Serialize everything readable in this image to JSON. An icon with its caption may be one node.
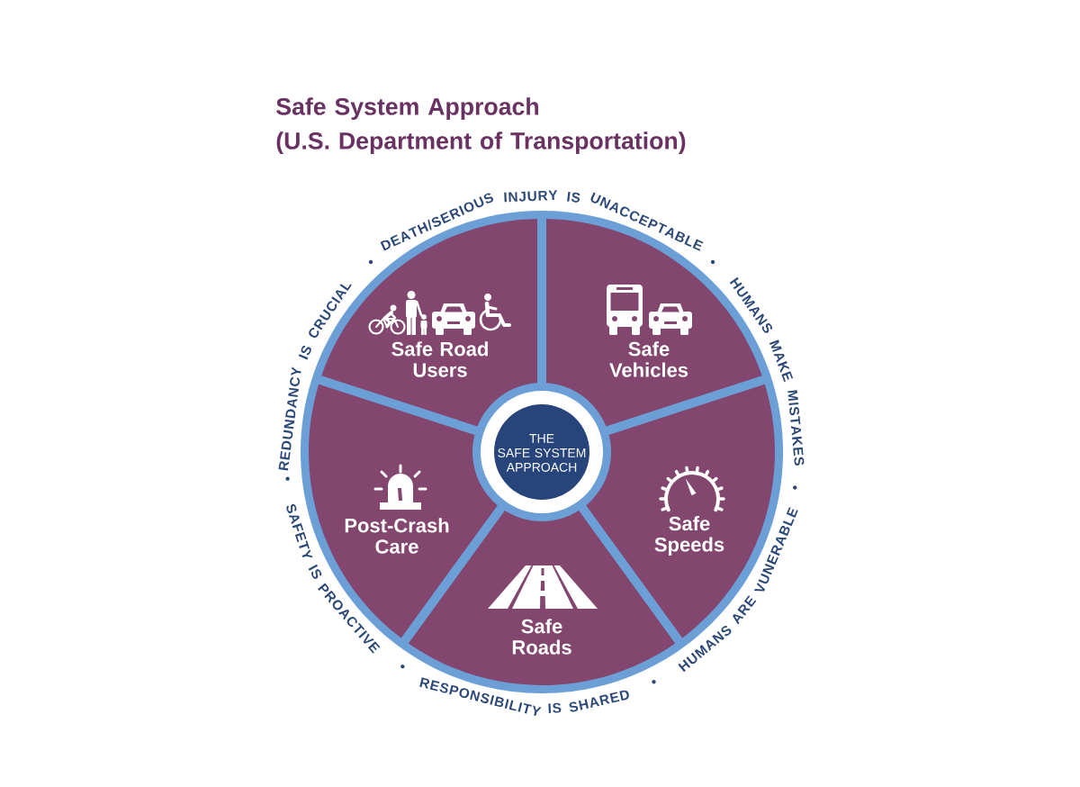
{
  "diagram": {
    "title": "Safe System Approach (U.S. Department of Transportation)",
    "nodes": [
      {
        "text": [
          "Safe Road Users"
        ]
      },
      {
        "text": [
          "Safe Vehicles"
        ]
      },
      {
        "text": [
          "THE SAFE SYSTEM APPROACH"
        ]
      },
      {
        "text": [
          "Post-Crash Care"
        ]
      },
      {
        "text": [
          "Safe Speeds"
        ]
      },
      {
        "text": [
          "Safe Roads"
        ]
      }
    ],
    "labels": [
      "DEATH/SERIOUS INJURY IS UNACCEPTABLE",
      "HUMANS MAKE MISTAKES",
      "HUMANS ARE VUNERABLE",
      "RESPONSIBILITY IS SHARED",
      "SAFETY IS PROACTIVE",
      "REDUNDANCY IS CRUCIAL"
    ]
  }
}
